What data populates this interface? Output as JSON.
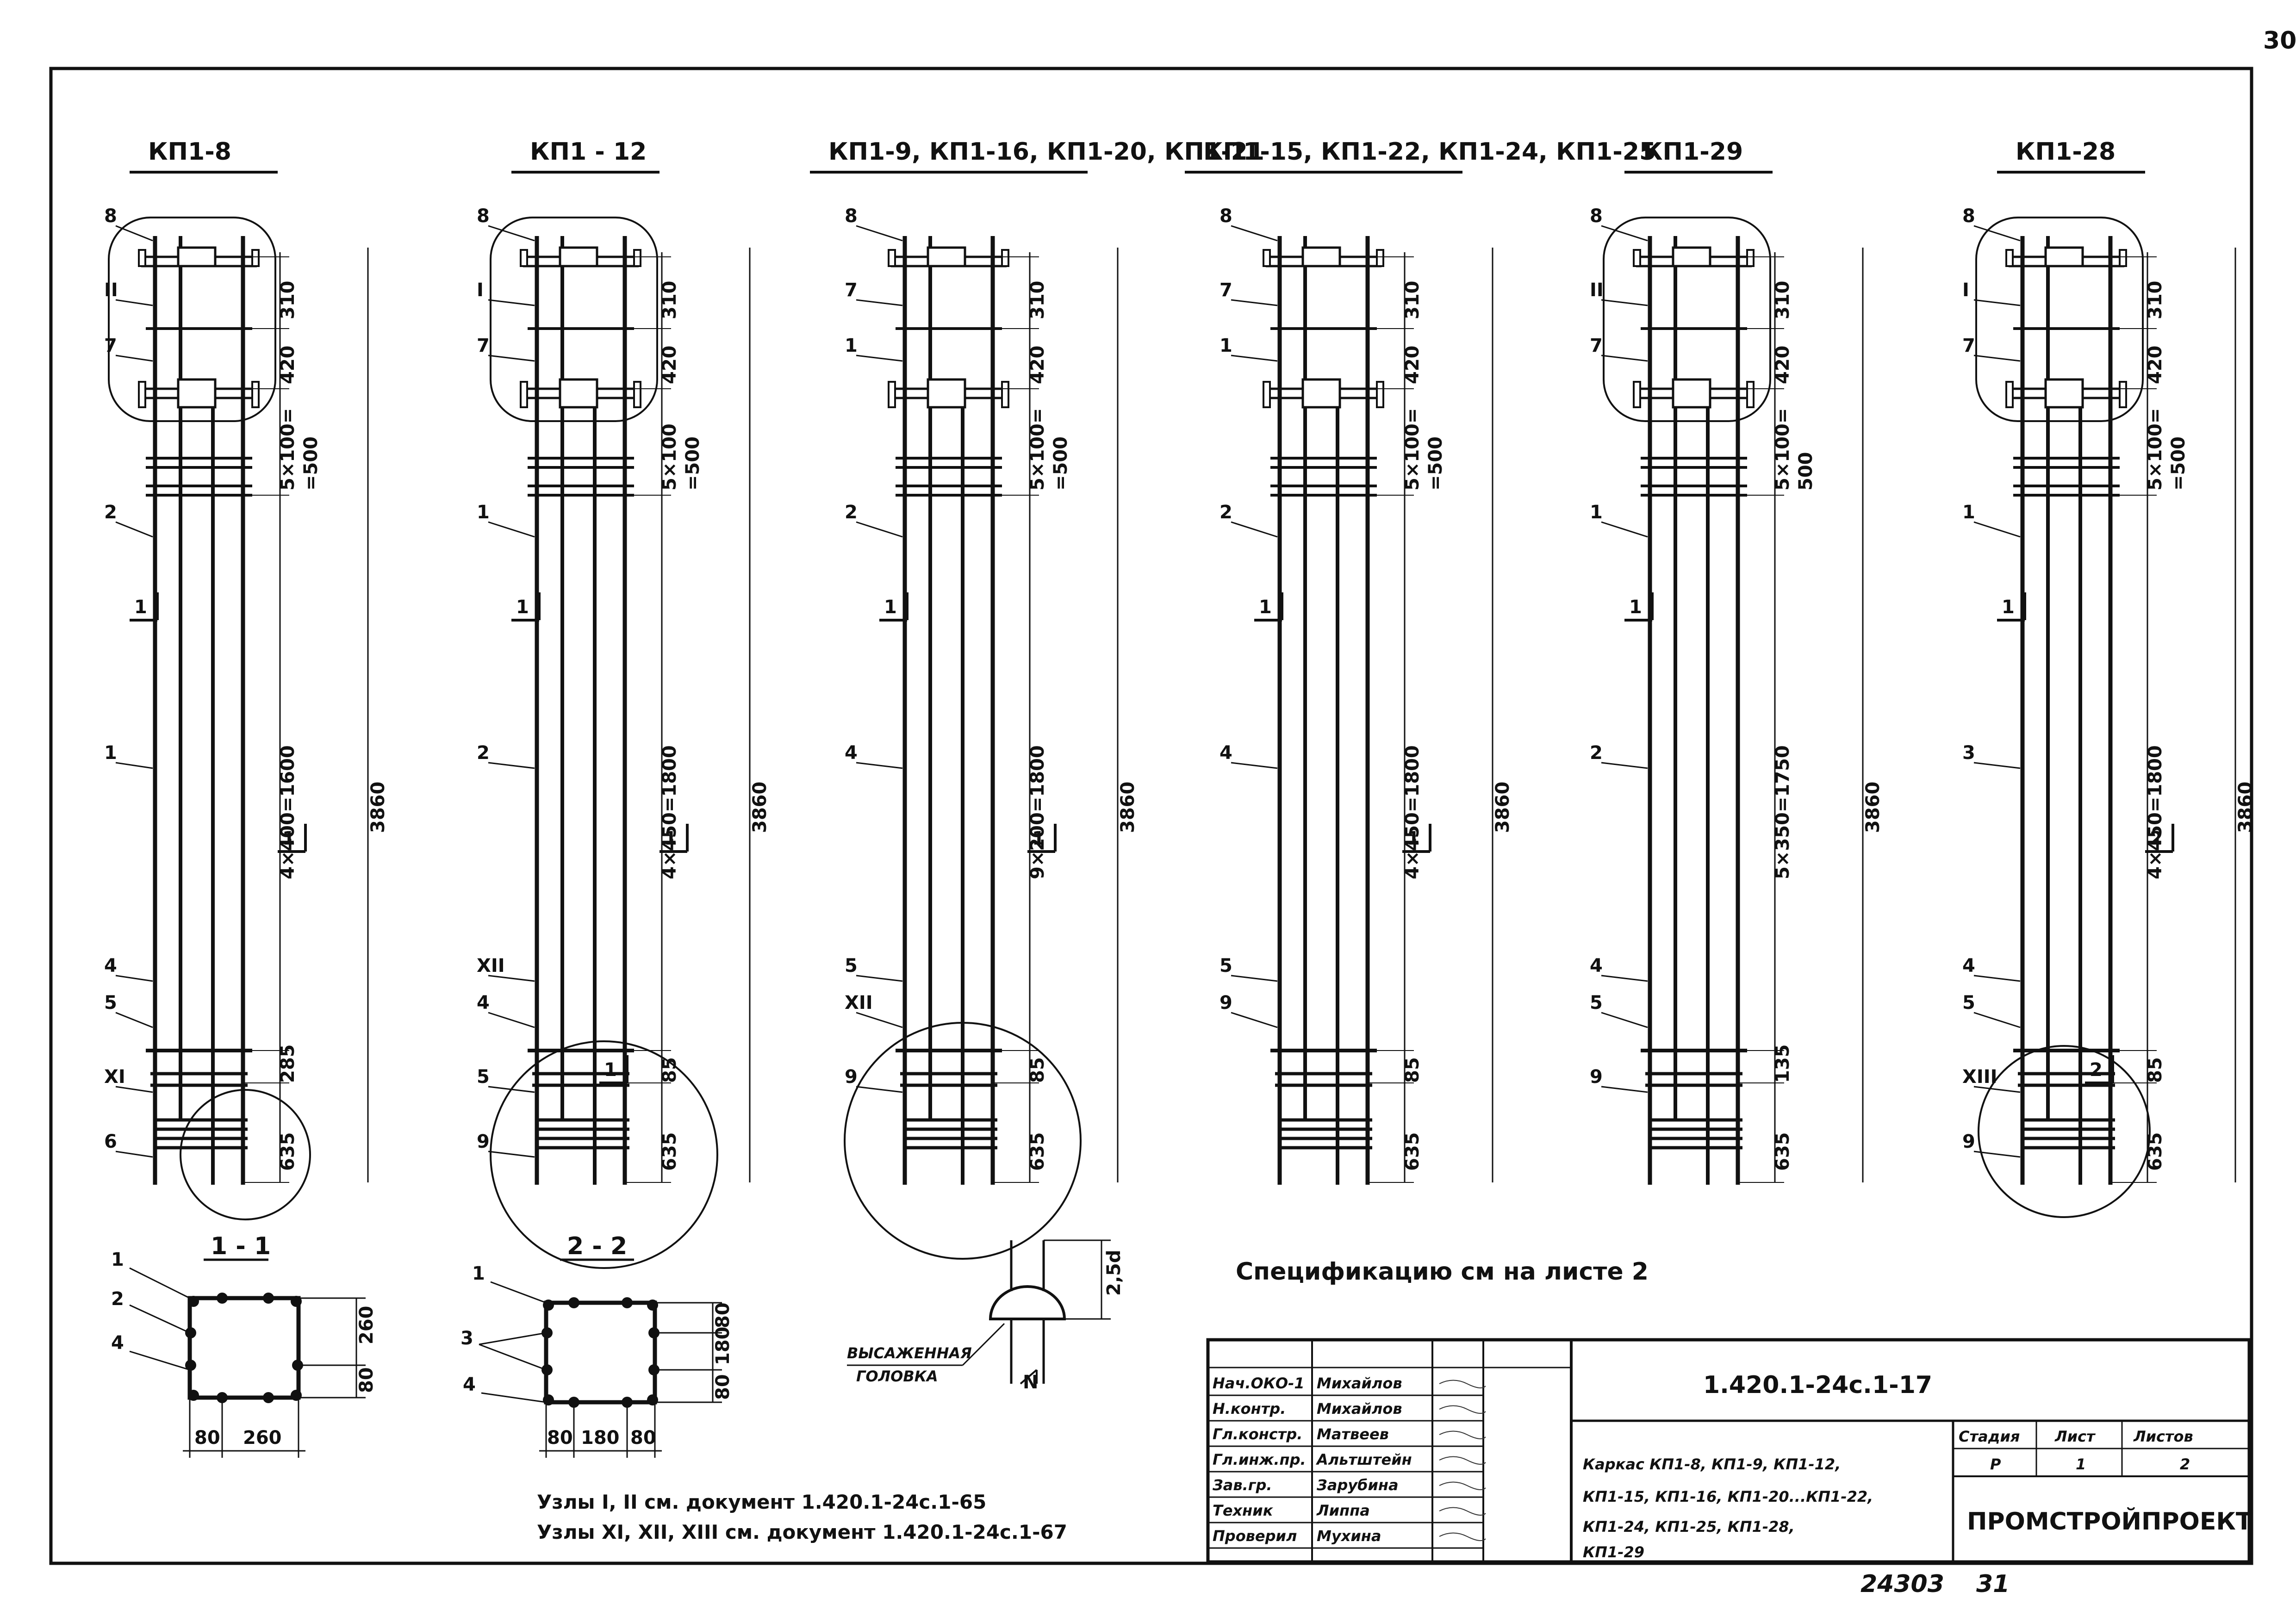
{
  "corner_page_number": "30",
  "columns": [
    {
      "title": "КП1-8",
      "dims": [
        "310",
        "420",
        "5×100=",
        "=500",
        "4×400=1600",
        "285",
        "635",
        "3860"
      ],
      "callouts": [
        "8",
        "II",
        "7",
        "2",
        "1",
        "4",
        "5",
        "XI",
        "6"
      ],
      "section_marks": [
        "1",
        "1"
      ]
    },
    {
      "title": "КП1 - 12",
      "dims": [
        "310",
        "420",
        "5×100",
        "=500",
        "4×450=1800",
        "85",
        "635",
        "3860"
      ],
      "callouts": [
        "8",
        "I",
        "7",
        "1",
        "2",
        "XII",
        "4",
        "5",
        "9"
      ],
      "section_marks": [
        "1",
        "1",
        "1"
      ]
    },
    {
      "title": "КП1-9, КП1-16, КП1-20, КП1-21",
      "dims": [
        "310",
        "420",
        "5×100=",
        "=500",
        "9×200=1800",
        "85",
        "635",
        "3860"
      ],
      "callouts": [
        "8",
        "7",
        "1",
        "2",
        "4",
        "5",
        "XII",
        "9"
      ],
      "section_marks": [
        "1",
        "1"
      ]
    },
    {
      "title": "КП1-15, КП1-22, КП1-24, КП1-25",
      "dims": [
        "310",
        "420",
        "5×100=",
        "=500",
        "4×450=1800",
        "85",
        "635",
        "3860"
      ],
      "callouts": [
        "8",
        "7",
        "1",
        "2",
        "4",
        "5",
        "9"
      ],
      "section_marks": [
        "1",
        "1"
      ]
    },
    {
      "title": "КП1-29",
      "dims": [
        "310",
        "420",
        "5×100=",
        "500",
        "5×350=1750",
        "135",
        "635",
        "3860"
      ],
      "callouts": [
        "8",
        "II",
        "7",
        "1",
        "2",
        "4",
        "5",
        "9"
      ],
      "section_marks": [
        "1"
      ]
    },
    {
      "title": "КП1-28",
      "dims": [
        "310",
        "420",
        "5×100=",
        "=500",
        "4×450=1800",
        "85",
        "635",
        "3860"
      ],
      "callouts": [
        "8",
        "I",
        "7",
        "1",
        "3",
        "4",
        "5",
        "XIII",
        "9"
      ],
      "section_marks": [
        "1",
        "2",
        "2"
      ]
    }
  ],
  "section_1_1": {
    "title": "1 - 1",
    "callouts": [
      "1",
      "2",
      "4"
    ],
    "dims": [
      "260",
      "80",
      "80",
      "260"
    ]
  },
  "section_2_2": {
    "title": "2 - 2",
    "callouts": [
      "1",
      "3",
      "4"
    ],
    "dims": [
      "80",
      "180",
      "80",
      "80",
      "180",
      "80"
    ]
  },
  "detail_head": {
    "label_line1": "ВЫСАЖЕННАЯ",
    "label_line2": "ГОЛОВКА",
    "dim": "2,5d",
    "bar_label": "N"
  },
  "spec_note": "Спецификацию см на листе 2",
  "reference_notes": [
    "Узлы I, II см. документ 1.420.1-24с.1-65",
    "Узлы XI, XII, XIII см. документ 1.420.1-24с.1-67"
  ],
  "title_block": {
    "doc_code": "1.420.1-24с.1-17",
    "roles": [
      {
        "role": "Нач.ОКО-1",
        "name": "Михайлов"
      },
      {
        "role": "Н.контр.",
        "name": "Михайлов"
      },
      {
        "role": "Гл.констр.",
        "name": "Матвеев"
      },
      {
        "role": "Гл.инж.пр.",
        "name": "Альтштейн"
      },
      {
        "role": "Зав.гр.",
        "name": "Зарубина"
      },
      {
        "role": "Техник",
        "name": "Липпа"
      },
      {
        "role": "Проверил",
        "name": "Мухина"
      }
    ],
    "description_lines": [
      "Каркас КП1-8, КП1-9, КП1-12,",
      "КП1-15, КП1-16, КП1-20...КП1-22,",
      "КП1-24, КП1-25, КП1-28,",
      "КП1-29"
    ],
    "stage_header": "Стадия",
    "sheet_header": "Лист",
    "sheets_header": "Листов",
    "stage": "Р",
    "sheet": "1",
    "sheets": "2",
    "organization": "ПРОМСТРОЙПРОЕКТ"
  },
  "bottom_numbers": {
    "left": "24303",
    "right": "31"
  }
}
